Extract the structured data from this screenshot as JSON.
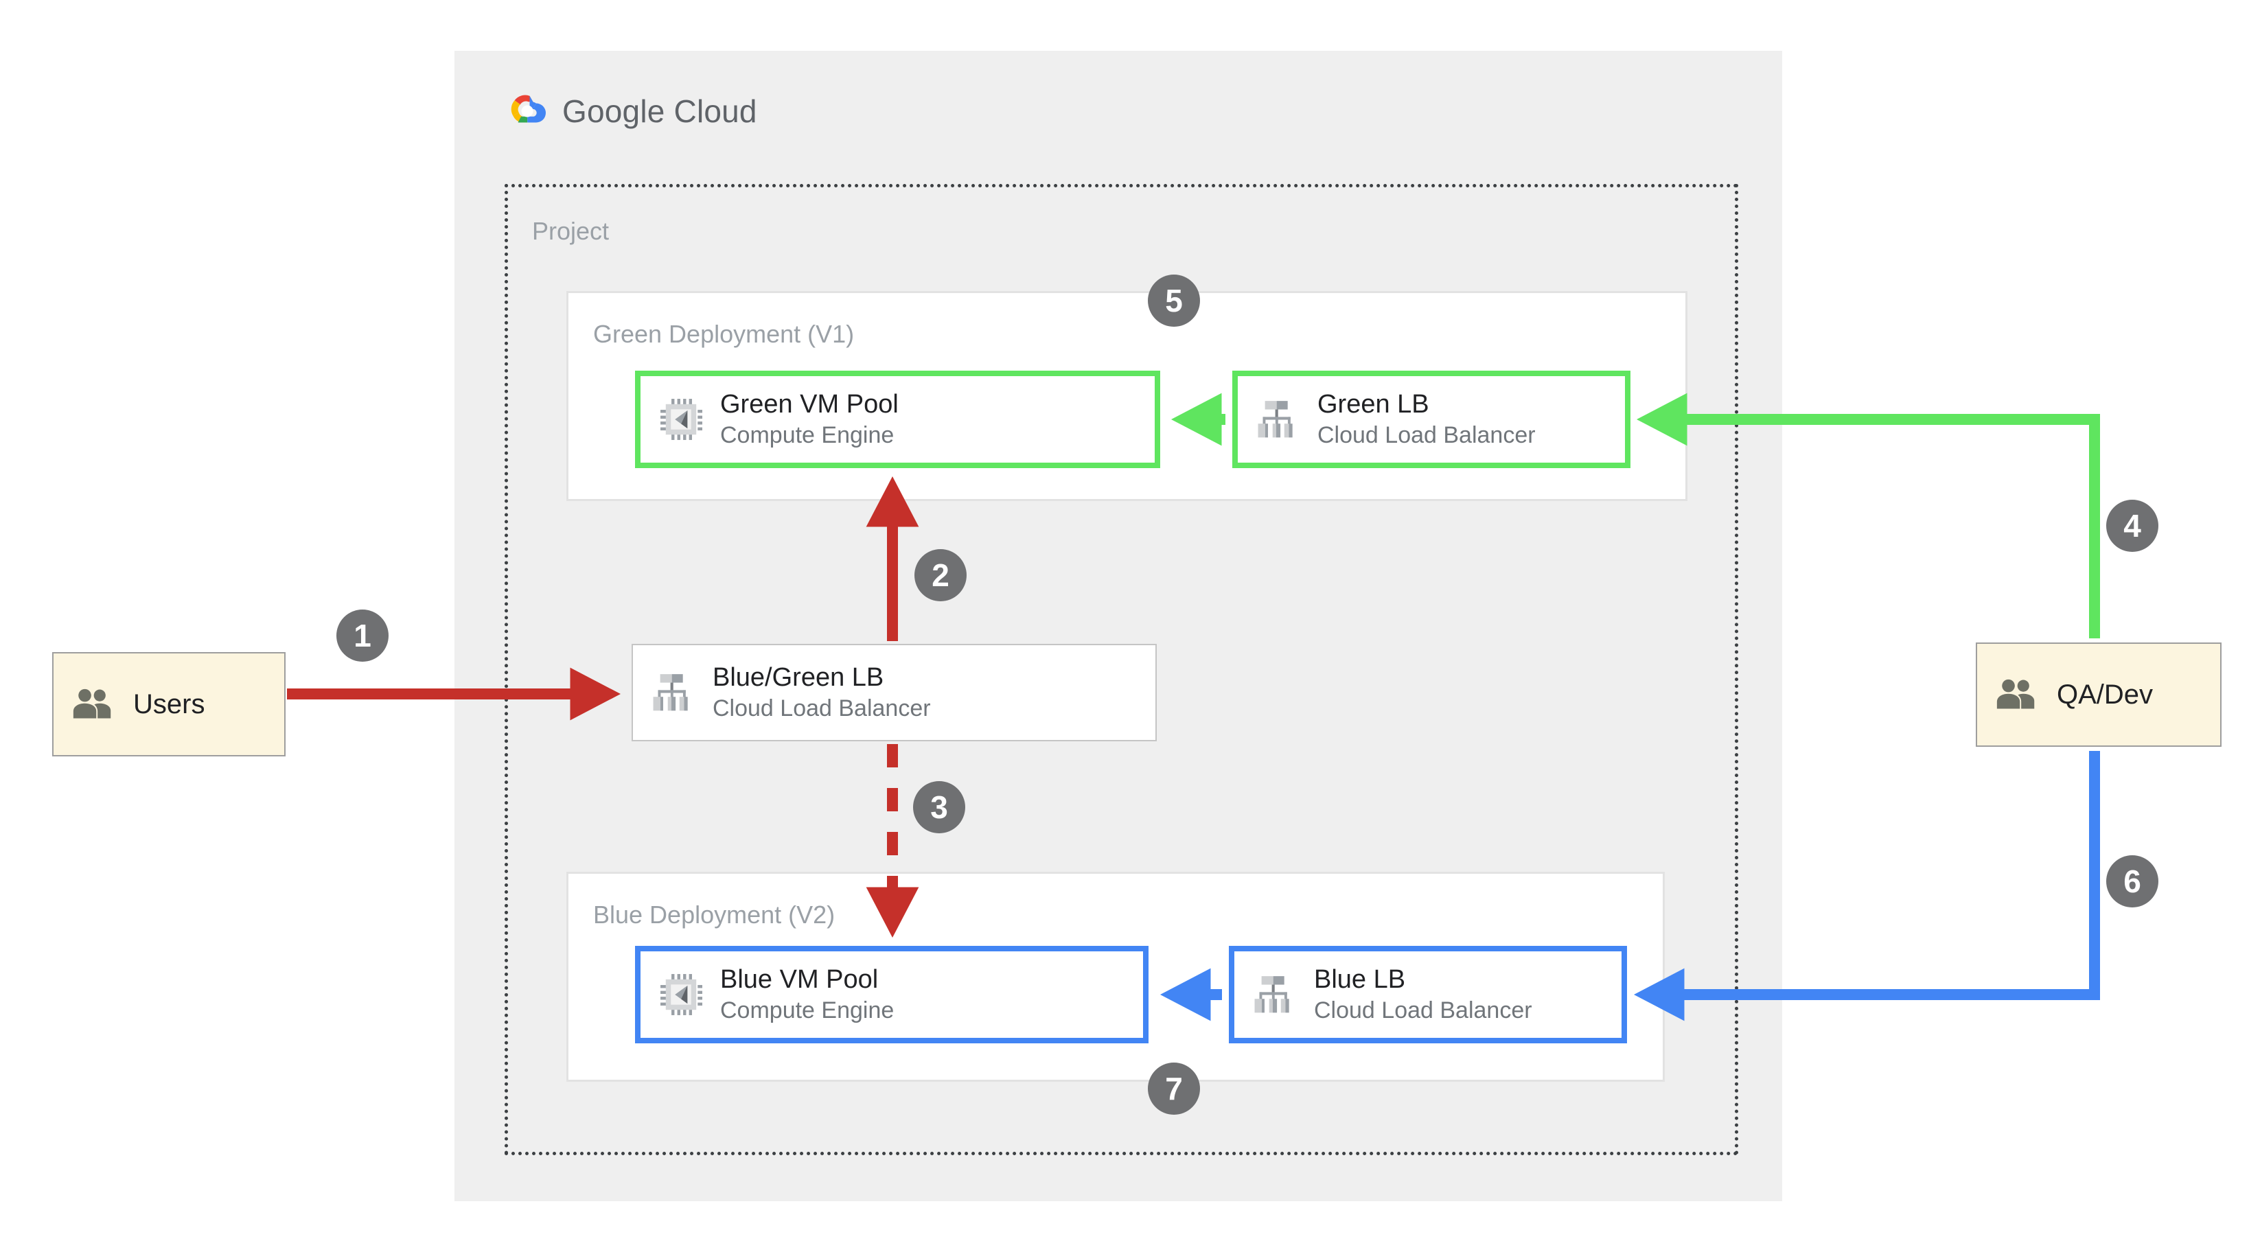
{
  "cloud": {
    "provider_name_part1": "Google",
    "provider_name_part2": " Cloud",
    "logo_icon": "google-cloud-logo-icon",
    "project_label": "Project"
  },
  "deployments": [
    {
      "id": "green",
      "label": "Green Deployment (V1)",
      "accent": "#5FE55F"
    },
    {
      "id": "blue",
      "label": "Blue Deployment (V2)",
      "accent": "#4285F4"
    }
  ],
  "nodes": {
    "green_vm": {
      "title": "Green VM Pool",
      "subtitle": "Compute Engine",
      "icon": "cpu-icon"
    },
    "green_lb": {
      "title": "Green LB",
      "subtitle": "Cloud Load Balancer",
      "icon": "load-balancer-icon"
    },
    "bg_lb": {
      "title": "Blue/Green LB",
      "subtitle": "Cloud Load Balancer",
      "icon": "load-balancer-icon"
    },
    "blue_vm": {
      "title": "Blue VM Pool",
      "subtitle": "Compute Engine",
      "icon": "cpu-icon"
    },
    "blue_lb": {
      "title": "Blue LB",
      "subtitle": "Cloud Load Balancer",
      "icon": "load-balancer-icon"
    }
  },
  "actors": {
    "users": {
      "label": "Users",
      "icon": "people-icon"
    },
    "qadev": {
      "label": "QA/Dev",
      "icon": "people-icon"
    }
  },
  "steps": [
    {
      "n": "1",
      "flow": "users-to-bluegreen-lb",
      "color": "#C5302A",
      "style": "solid"
    },
    {
      "n": "2",
      "flow": "bluegreen-lb-to-green-vm",
      "color": "#C5302A",
      "style": "solid"
    },
    {
      "n": "3",
      "flow": "bluegreen-lb-to-blue-vm",
      "color": "#C5302A",
      "style": "dashed"
    },
    {
      "n": "4",
      "flow": "qadev-to-green-lb",
      "color": "#5FE55F",
      "style": "solid"
    },
    {
      "n": "5",
      "flow": "green-lb-to-green-vm",
      "color": "#5FE55F",
      "style": "solid"
    },
    {
      "n": "6",
      "flow": "qadev-to-blue-lb",
      "color": "#4285F4",
      "style": "solid"
    },
    {
      "n": "7",
      "flow": "blue-lb-to-blue-vm",
      "color": "#4285F4",
      "style": "solid"
    }
  ],
  "colors": {
    "red": "#C5302A",
    "green": "#5FE55F",
    "blue": "#4285F4",
    "badge_gray": "#6f7072",
    "canvas_gray": "#efefef",
    "actor_cream": "#FCF5DF"
  }
}
